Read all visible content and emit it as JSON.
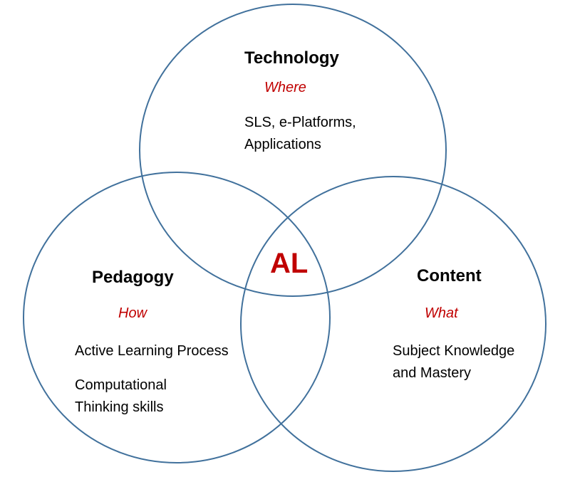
{
  "center": {
    "label": "AL"
  },
  "circles": [
    {
      "key": "technology",
      "title": "Technology",
      "subtitle": "Where",
      "lines": [
        "SLS, e-Platforms,",
        "Applications"
      ]
    },
    {
      "key": "pedagogy",
      "title": "Pedagogy",
      "subtitle": "How",
      "lines": [
        "Active Learning Process",
        "Computational",
        "Thinking skills"
      ]
    },
    {
      "key": "content",
      "title": "Content",
      "subtitle": "What",
      "lines": [
        "Subject Knowledge",
        "and Mastery"
      ]
    }
  ],
  "colors": {
    "stroke": "#41719c",
    "accent": "#c00000"
  }
}
